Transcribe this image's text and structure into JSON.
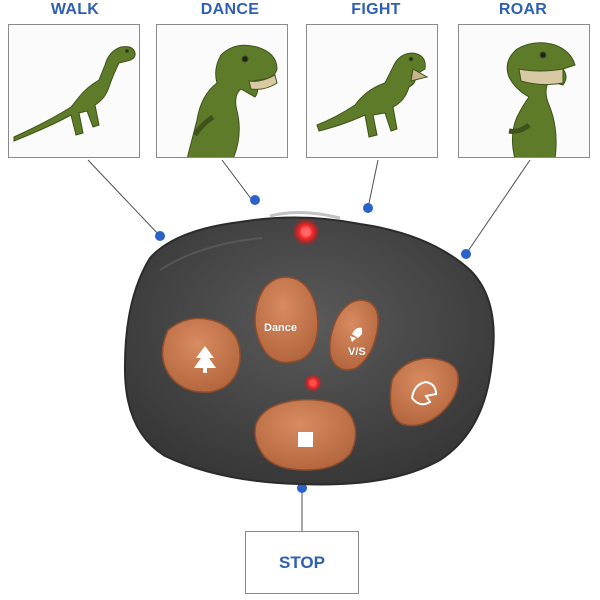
{
  "modes": [
    {
      "label": "WALK"
    },
    {
      "label": "DANCE"
    },
    {
      "label": "FIGHT"
    },
    {
      "label": "ROAR"
    }
  ],
  "stop": {
    "label": "STOP"
  },
  "remote": {
    "dance_label": "Dance",
    "fight_label": "V/S"
  },
  "colors": {
    "label_blue": "#2f5fb3",
    "leader_dot": "#2a62c9",
    "body_gray": "#4a4a4a",
    "button_orange": "#c9784e",
    "led_red": "#ff2a2a",
    "dino_green": "#5e7b2a"
  },
  "icons": [
    "tree-icon",
    "dinosaur-icon",
    "square-icon",
    "led-icon"
  ]
}
